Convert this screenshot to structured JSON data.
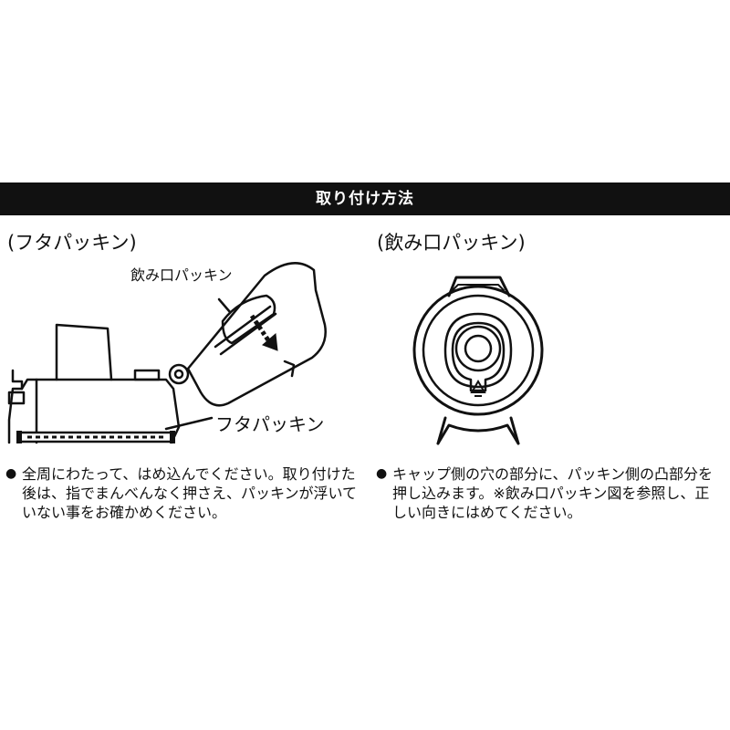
{
  "header": {
    "title": "取り付け方法"
  },
  "left": {
    "heading": "(フタパッキン)",
    "label_mouth": "飲み口パッキン",
    "label_lid": "フタパッキン",
    "bullet": "●",
    "note": "全周にわたって、はめ込んでください。取り付けた後は、指でまんべんなく押さえ、パッキンが浮いていない事をお確かめください。"
  },
  "right": {
    "heading": "(飲み口パッキン)",
    "bullet": "●",
    "note": "キャップ側の穴の部分に、パッキン側の凸部分を押し込みます。※飲み口パッキン図を参照し、正しい向きにはめてください。"
  }
}
